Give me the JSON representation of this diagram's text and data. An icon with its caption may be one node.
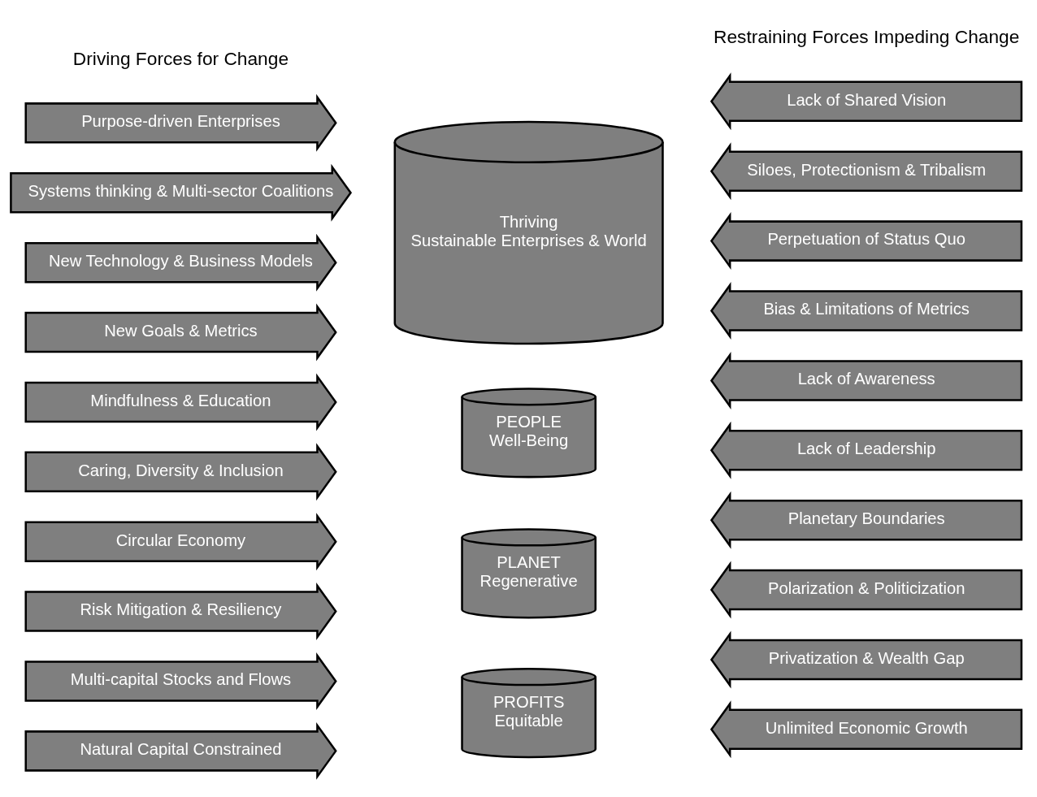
{
  "diagram": {
    "nodes": [
      {
        "text": [
          "Purpose-driven Enterprises"
        ]
      },
      {
        "text": [
          "Systems thinking & Multi-sector Coalitions"
        ]
      },
      {
        "text": [
          "New Technology & Business Models"
        ]
      },
      {
        "text": [
          "New Goals & Metrics"
        ]
      },
      {
        "text": [
          "Mindfulness & Education"
        ]
      },
      {
        "text": [
          "Caring, Diversity & Inclusion"
        ]
      },
      {
        "text": [
          "Circular Economy"
        ]
      },
      {
        "text": [
          "Risk Mitigation & Resiliency"
        ]
      },
      {
        "text": [
          "Multi-capital Stocks and Flows"
        ]
      },
      {
        "text": [
          "Natural Capital Constrained"
        ]
      },
      {
        "text": [
          "Thriving",
          "Sustainable Enterprises & World"
        ]
      },
      {
        "text": [
          "PEOPLE",
          "Well-Being"
        ]
      },
      {
        "text": [
          "PLANET",
          "Regenerative"
        ]
      },
      {
        "text": [
          "PROFITS",
          "Equitable"
        ]
      },
      {
        "text": [
          "Lack of Shared Vision"
        ]
      },
      {
        "text": [
          "Siloes, Protectionism & Tribalism"
        ]
      },
      {
        "text": [
          "Perpetuation of Status Quo"
        ]
      },
      {
        "text": [
          "Bias & Limitations of Metrics"
        ]
      },
      {
        "text": [
          "Lack of Awareness"
        ]
      },
      {
        "text": [
          "Lack of Leadership"
        ]
      },
      {
        "text": [
          "Planetary Boundaries"
        ]
      },
      {
        "text": [
          "Polarization & Politicization"
        ]
      },
      {
        "text": [
          "Privatization & Wealth Gap"
        ]
      },
      {
        "text": [
          "Unlimited Economic Growth"
        ]
      }
    ],
    "labels": [
      "Driving Forces for Change",
      "Restraining Forces Impeding Change"
    ]
  }
}
